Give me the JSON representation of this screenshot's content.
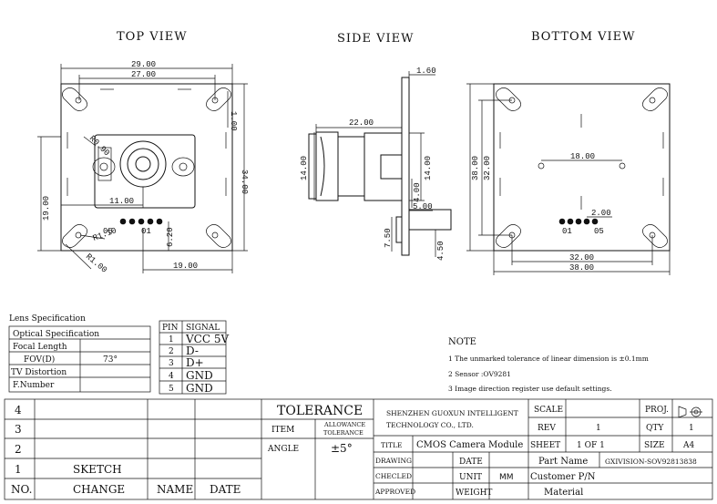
{
  "views": {
    "top": "TOP VIEW",
    "side": "SIDE VIEW",
    "bottom": "BOTTOM VIEW"
  },
  "top_dims": {
    "w29": "29.00",
    "w27": "27.00",
    "h34": "34.00",
    "d1": "1.00",
    "r090": "R0.90",
    "w11": "11.00",
    "h19": "19.00",
    "r110": "R1.10",
    "r1": "R1.00",
    "d620": "6.20",
    "w19": "19.00",
    "pin05": "05",
    "pin01": "01"
  },
  "side_dims": {
    "t160": "1.60",
    "w22": "22.00",
    "h14a": "14.00",
    "h14b": "14.00",
    "d400": "4.00",
    "w5": "5.00",
    "h750": "7.50",
    "h450": "4.50"
  },
  "bottom_dims": {
    "h38": "38.00",
    "h32": "32.00",
    "w18": "18.00",
    "w2": "2.00",
    "w32": "32.00",
    "w38": "38.00",
    "pin01": "01",
    "pin05": "05"
  },
  "lens": {
    "heading": "Lens Specification",
    "rows": [
      {
        "label": "Optical Specification",
        "value": ""
      },
      {
        "label": "Focal Length",
        "value": ""
      },
      {
        "label": "FOV(D)",
        "value": "73°"
      },
      {
        "label": "TV Distortion",
        "value": ""
      },
      {
        "label": "F.Number",
        "value": ""
      }
    ]
  },
  "pins": {
    "headers": [
      "PIN",
      "SIGNAL"
    ],
    "rows": [
      {
        "pin": "1",
        "signal": "VCC 5V"
      },
      {
        "pin": "2",
        "signal": "D-"
      },
      {
        "pin": "3",
        "signal": "D+"
      },
      {
        "pin": "4",
        "signal": "GND"
      },
      {
        "pin": "5",
        "signal": "GND"
      }
    ]
  },
  "note": {
    "heading": "NOTE",
    "items": [
      "1  The unmarked tolerance of linear dimension is ±0.1mm",
      "2  Sensor :OV9281",
      "3  Image direction register use default settings."
    ]
  },
  "title_block": {
    "rev_rows": [
      {
        "no": "4",
        "change": ""
      },
      {
        "no": "3",
        "change": ""
      },
      {
        "no": "2",
        "change": ""
      },
      {
        "no": "1",
        "change": "SKETCH"
      }
    ],
    "footer": {
      "no": "NO.",
      "change": "CHANGE",
      "name": "NAME",
      "date": "DATE"
    },
    "tolerance": "TOLERANCE",
    "item": "ITEM",
    "allow1": "ALLOWANCE",
    "allow2": "TOLERANCE",
    "angle": "ANGLE",
    "angle_val": "±5°",
    "company1": "SHENZHEN GUOXUN INTELLIGENT",
    "company2": "TECHNOLOGY CO., LTD.",
    "title_label": "TITLE",
    "title_val": "CMOS  Camera Module",
    "drawing": "DRAWING",
    "checked": "CHECLED",
    "approved": "APPROVED",
    "date": "DATE",
    "unit": "UNIT",
    "unit_val": "MM",
    "weight": "WEIGHT",
    "scale": "SCALE",
    "rev": "REV",
    "rev_val": "1",
    "sheet": "SHEET",
    "sheet_val": "1  OF   1",
    "proj": "PROJ.",
    "qty": "QTY",
    "qty_val": "1",
    "size": "SIZE",
    "size_val": "A4",
    "part_name": "Part Name",
    "part_val": "GXIVISION-SOV92813838",
    "customer": "Customer P/N",
    "material": "Material"
  }
}
